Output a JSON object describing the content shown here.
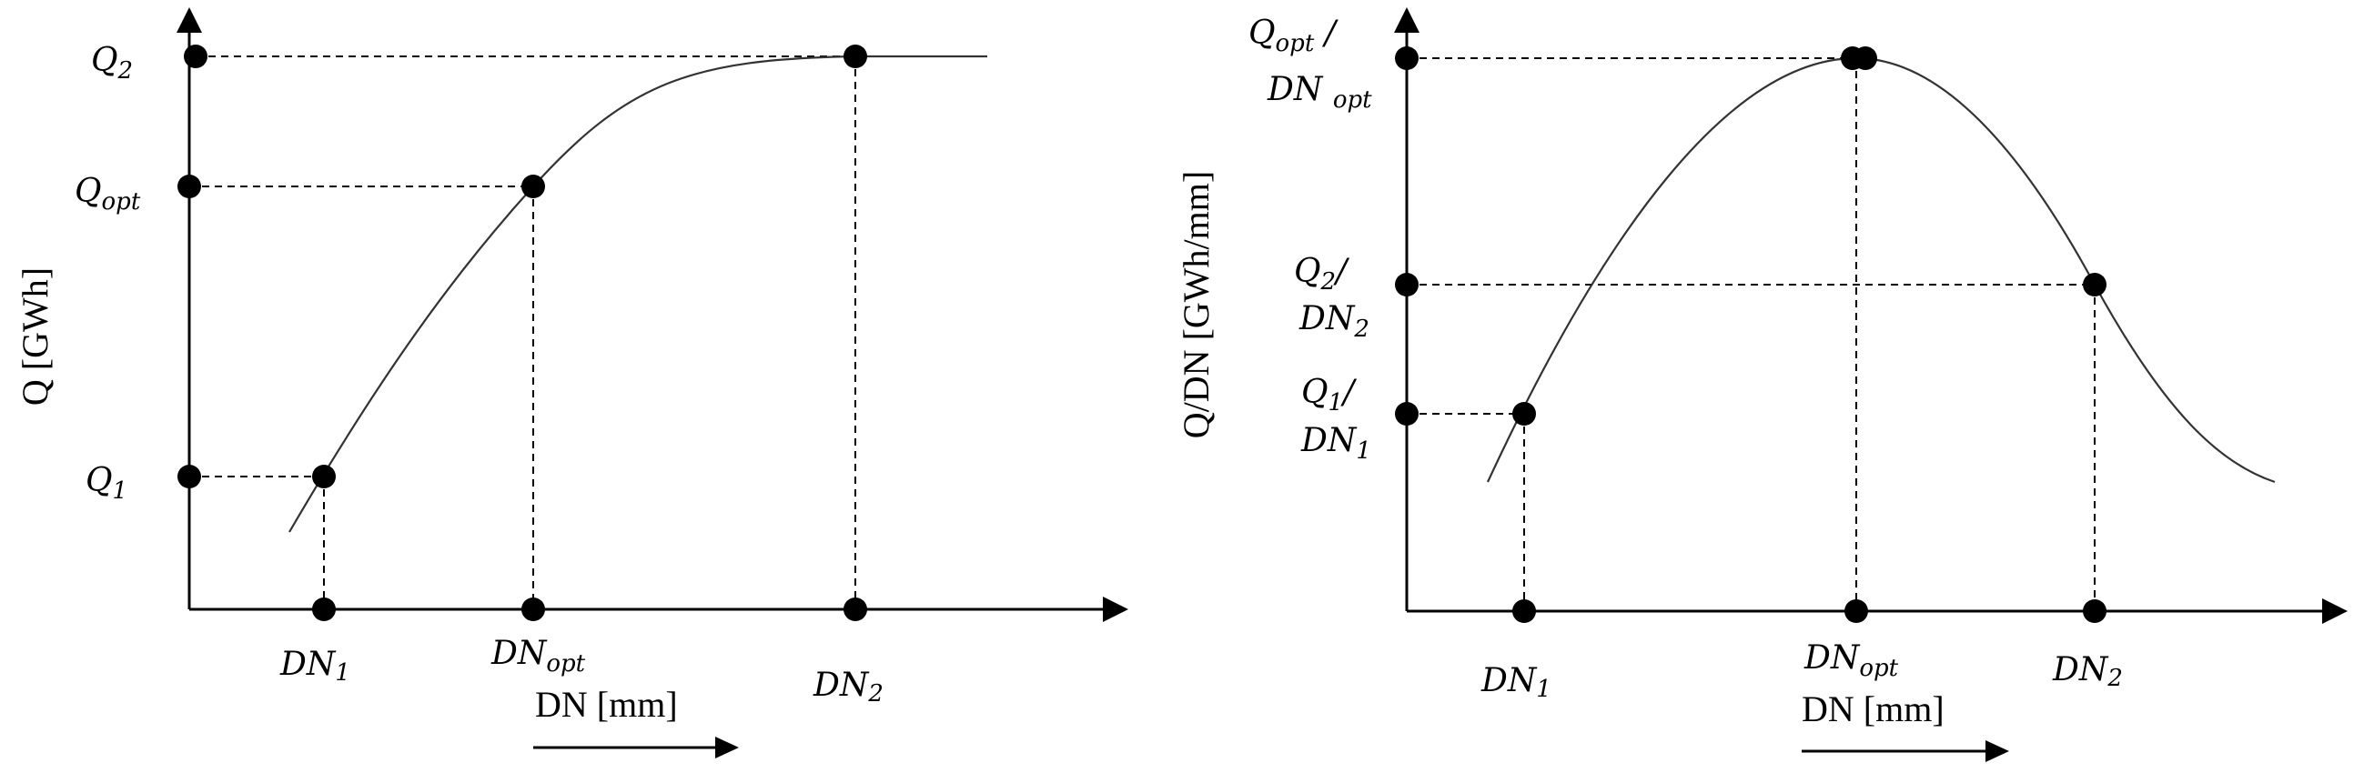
{
  "left_chart": {
    "y_axis_title": "Q [GWh]",
    "x_axis_title": "DN [mm]",
    "y_labels": {
      "q2": {
        "base": "Q",
        "sub": "2"
      },
      "qopt": {
        "base": "Q",
        "sub": "opt"
      },
      "q1": {
        "base": "Q",
        "sub": "1"
      }
    },
    "x_labels": {
      "dn1": {
        "base": "DN",
        "sub": "1"
      },
      "dnopt": {
        "base": "DN",
        "sub": "opt"
      },
      "dn2": {
        "base": "DN",
        "sub": "2"
      }
    }
  },
  "right_chart": {
    "y_axis_title": "Q/DN [GWh/mm]",
    "x_axis_title": "DN [mm]",
    "y_labels": {
      "qopt_dnopt": {
        "line1_base": "Q",
        "line1_sub": "opt",
        "line1_suffix": " /",
        "line2_base": "DN ",
        "line2_sub": "opt"
      },
      "q2_dn2": {
        "line1_base": "Q",
        "line1_sub": "2",
        "line1_suffix": "/",
        "line2_base": "DN",
        "line2_sub": "2"
      },
      "q1_dn1": {
        "line1_base": "Q",
        "line1_sub": "1",
        "line1_suffix": "/",
        "line2_base": "DN",
        "line2_sub": "1"
      }
    },
    "x_labels": {
      "dn1": {
        "base": "DN",
        "sub": "1"
      },
      "dnopt": {
        "base": "DN",
        "sub": "opt"
      },
      "dn2": {
        "base": "DN",
        "sub": "2"
      }
    }
  }
}
